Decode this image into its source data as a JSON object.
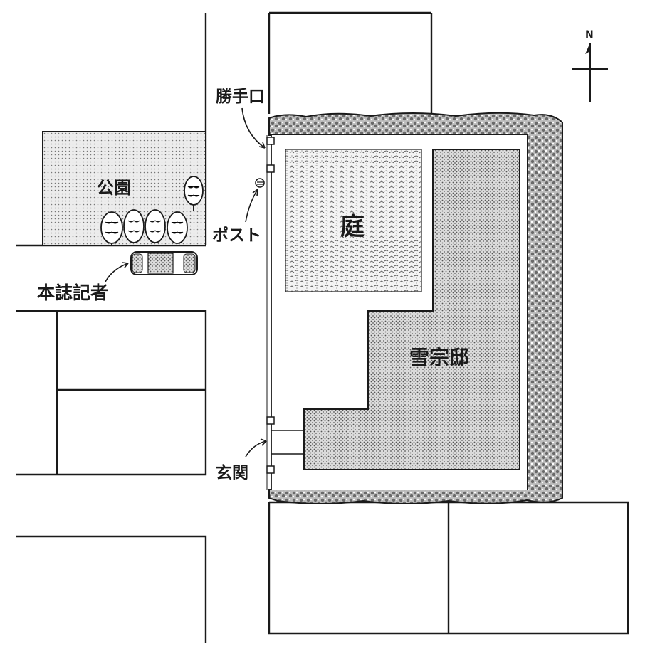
{
  "compass": {
    "north_label": "N"
  },
  "labels": {
    "park": "公園",
    "back_gate": "勝手口",
    "post": "ポスト",
    "reporter": "本誌記者",
    "garden": "庭",
    "residence": "雪宗邸",
    "entrance": "玄関"
  },
  "colors": {
    "ink": "#1a1a1a",
    "dot_fill": "#d9d9d9",
    "paper": "#ffffff"
  }
}
